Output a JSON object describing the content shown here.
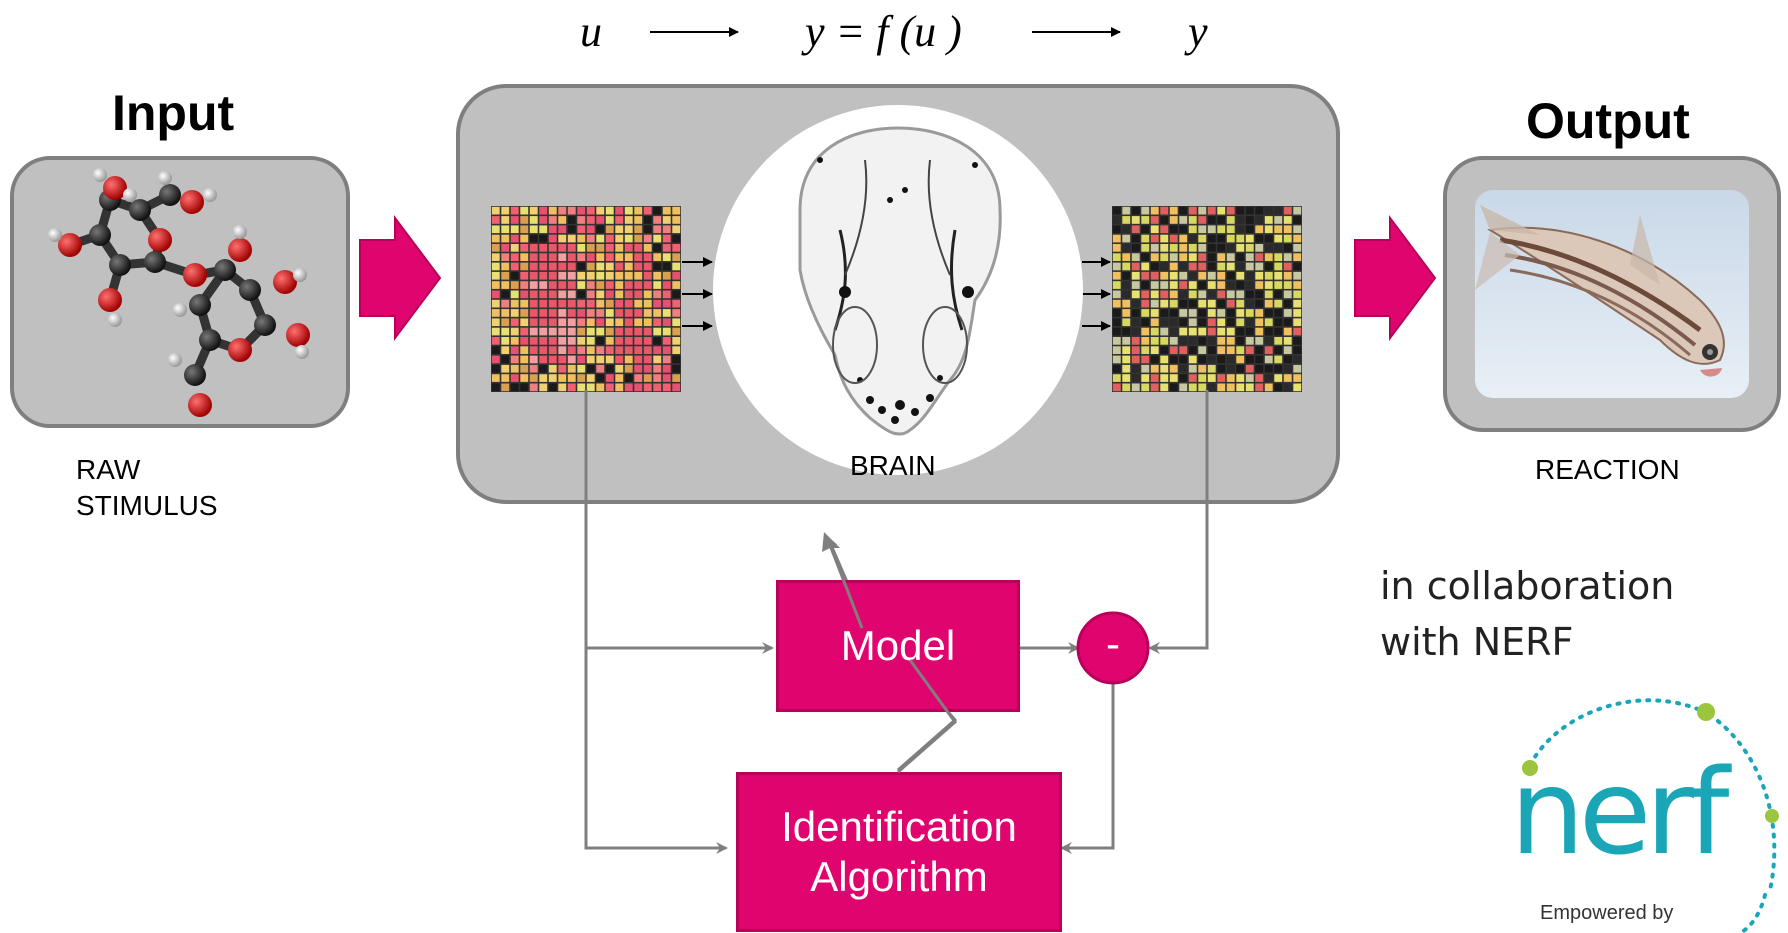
{
  "equation": {
    "input_var": "u",
    "function": "y = f (u )",
    "output_var": "y"
  },
  "input": {
    "heading": "Input",
    "caption_line1": "RAW",
    "caption_line2": "STIMULUS"
  },
  "output": {
    "heading": "Output",
    "caption": "REACTION"
  },
  "brain": {
    "label": "BRAIN"
  },
  "model": {
    "label": "Model"
  },
  "comparator": {
    "symbol": "-"
  },
  "identification": {
    "line1": "Identification",
    "line2": "Algorithm"
  },
  "collaboration": {
    "line1": "in collaboration",
    "line2": "with NERF"
  },
  "logo": {
    "wordmark": "nerf",
    "tagline": "Empowered by"
  },
  "colors": {
    "accent": "#e0056e",
    "box_fill": "#c0c0c0",
    "box_border": "#7f7f7f",
    "line": "#7f7f7f",
    "logo_teal": "#1aa6b7",
    "logo_green": "#9bc53d"
  }
}
